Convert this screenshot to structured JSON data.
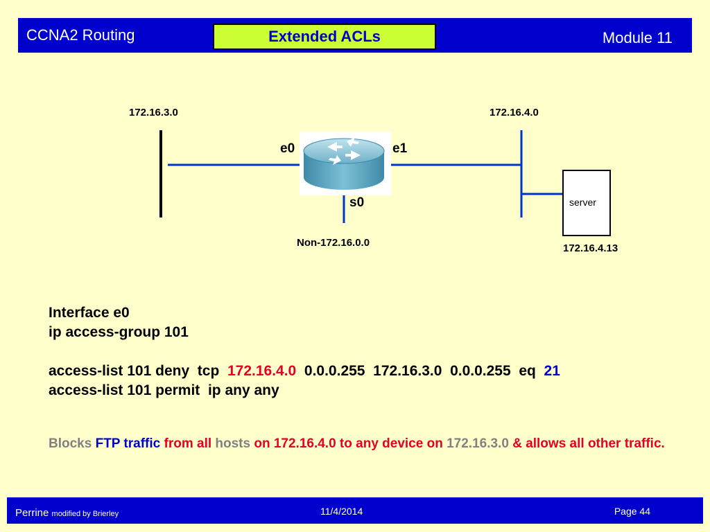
{
  "header": {
    "left": "CCNA2 Routing",
    "center": "Extended ACLs",
    "right": "Module 11"
  },
  "diagram": {
    "net_left": "172.16.3.0",
    "net_right": "172.16.4.0",
    "e0": "e0",
    "e1": "e1",
    "s0": "s0",
    "non_net": "Non-172.16.0.0",
    "server": "server",
    "server_ip": "172.16.4.13"
  },
  "config": {
    "line1": "Interface e0",
    "line2": "ip access-group 101",
    "deny_prefix": "access-list 101 deny  tcp  ",
    "deny_src": "172.16.4.0",
    "deny_mid": "  0.0.0.255  172.16.3.0  0.0.0.255  eq  ",
    "deny_port": "21",
    "permit": "access-list 101 permit  ip any any"
  },
  "summary": {
    "p1": "Blocks ",
    "p2": "FTP ",
    "p3": "traffic ",
    "p4": "from all ",
    "p5": "hosts ",
    "p6": "on 172.16.4.0 to any device on ",
    "p7": "172.16.3.0 ",
    "p8": "& allows all other traffic."
  },
  "footer": {
    "author": "Perrine",
    "modified": "modified by Brierley",
    "date": "11/4/2014",
    "page": "Page 44"
  }
}
